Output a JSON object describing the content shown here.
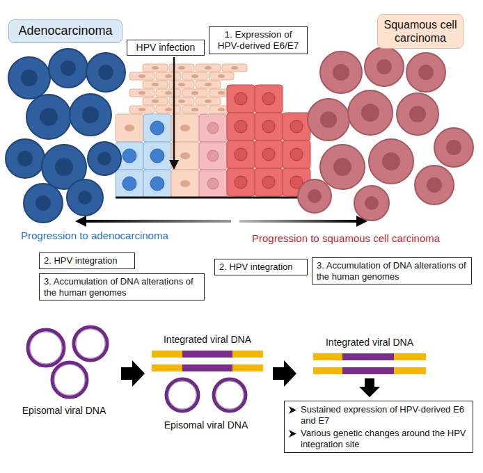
{
  "diagram": {
    "nodes": [
      {
        "text": [
          "Adenocarcinoma"
        ]
      },
      {
        "text": [
          "HPV infection"
        ]
      },
      {
        "text": [
          "1. Expression of HPV-derived E6/E7"
        ]
      },
      {
        "text": [
          "Squamous cell carcinoma"
        ]
      },
      {
        "text": [
          "2. HPV integration"
        ]
      },
      {
        "text": [
          "3. Accumulation of DNA alterations of the human genomes"
        ]
      },
      {
        "text": [
          "2. HPV integration"
        ]
      },
      {
        "text": [
          "3. Accumulation of DNA alterations of the human genomes"
        ]
      },
      {
        "text": [
          "Sustained expression of HPV-derived E6 and E7",
          "Various genetic changes around the HPV integration site"
        ]
      }
    ],
    "labels": [
      "Progression to adenocarcinoma",
      "Progression to squamous cell carcinoma",
      "Integrated viral DNA",
      "Integrated viral DNA",
      "Episomal viral DNA",
      "Episomal viral DNA"
    ]
  }
}
